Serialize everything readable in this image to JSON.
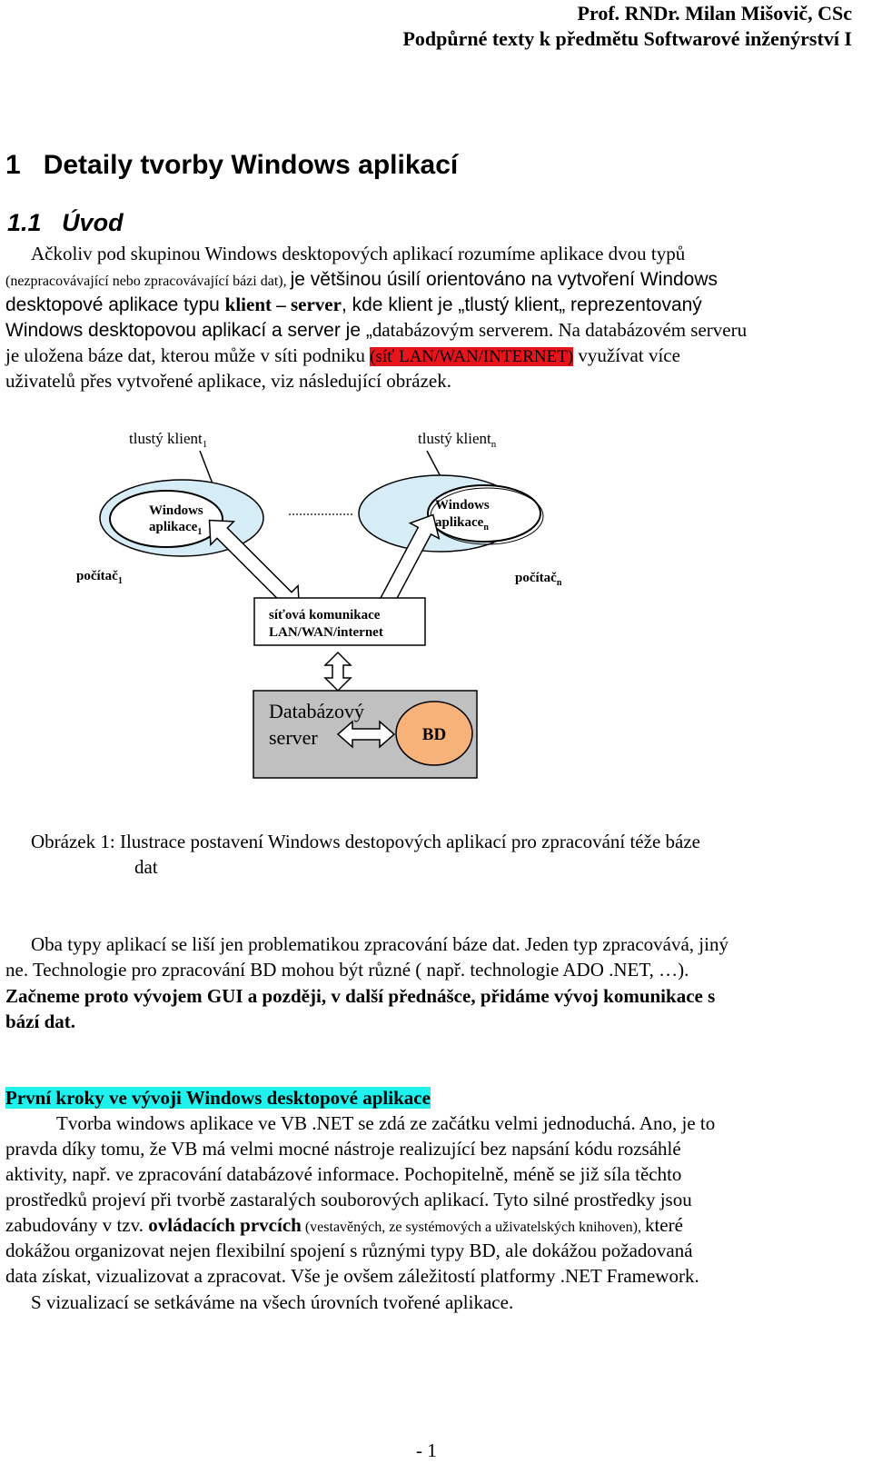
{
  "header": {
    "author": "Prof. RNDr.  Milan  Mišovič, CSc",
    "subject": "Podpůrné texty k předmětu  Softwarové inženýrství I"
  },
  "chapter": {
    "number": "1",
    "title": "Detaily tvorby Windows aplikací"
  },
  "section": {
    "number": "1.1",
    "title": "Úvod"
  },
  "intro": {
    "l1": "Ačkoliv pod skupinou Windows desktopových aplikací rozumíme aplikace dvou typů",
    "l2a": "(nezpracovávající nebo zpracovávající bázi dat), ",
    "l2b": "je většinou úsilí orientováno na vytvoření Windows",
    "l3a": "desktopové aplikace typu ",
    "l3b": "klient – server",
    "l3c": ", kde klient je „tlustý klient„ reprezentovaný",
    "l4a": "Windows desktopovou aplikací a server je „",
    "l4b": "databázovým serverem. Na databázovém serveru",
    "l5a": "je uložena báze dat, kterou může v síti podniku ",
    "l5b": "(síť LAN/WAN/INTERNET)",
    "l5c": " využívat více",
    "l6": "uživatelů přes vytvořené aplikace, viz následující obrázek."
  },
  "diagram": {
    "client1_label": "tlustý klient",
    "client1_sub": "1",
    "clientn_label": "tlustý klient",
    "clientn_sub": "n",
    "app1_l1": "Windows",
    "app1_l2": "aplikace",
    "app1_sub": "1",
    "appn_l1": "Windows",
    "appn_l2": "aplikace",
    "appn_sub": "n",
    "pc1_label": "počítač",
    "pc1_sub": "1",
    "pcn_label": "počítač",
    "pcn_sub": "n",
    "network_l1": "síťová komunikace",
    "network_l2": "LAN/WAN/internet",
    "db_l1": "Databázový",
    "db_l2": "server",
    "bd": "BD",
    "colors": {
      "server_fill": "#c0c0c0",
      "bd_fill": "#f7b27a",
      "ellipse_fill": "#d6ecf7"
    }
  },
  "caption": {
    "l1": "Obrázek 1: Ilustrace postavení Windows destopových aplikací pro zpracování téže báze",
    "l2": "dat"
  },
  "para2": {
    "l1": "Oba typy aplikací se liší jen problematikou zpracování báze dat. Jeden typ zpracovává, jiný",
    "l2": "ne. Technologie pro zpracování BD mohou být různé ( např. technologie ADO .NET, …).",
    "l3": "Začneme proto vývojem GUI a později, v další přednášce, přidáme vývoj komunikace s",
    "l4": "bází dat."
  },
  "section2": {
    "heading": "První kroky ve vývoji Windows desktopové aplikace",
    "l1": "Tvorba windows aplikace ve VB .NET se zdá ze začátku velmi jednoduchá. Ano, je to",
    "l2": "pravda díky tomu, že VB má velmi mocné nástroje realizující bez napsání kódu rozsáhlé",
    "l3": "aktivity, např. ve zpracování databázové informace. Pochopitelně, méně se již síla těchto",
    "l4": "prostředků projeví při tvorbě zastaralých souborových aplikací. Tyto silné prostředky jsou",
    "l5a": "zabudovány v tzv. ",
    "l5b": "ovládacích prvcích",
    "l5c": " (vestavěných, ze systémových a uživatelských knihoven), ",
    "l5d": "které",
    "l6": "dokážou organizovat nejen flexibilní spojení s různými typy BD, ale dokážou požadovaná",
    "l7": "data získat, vizualizovat a zpracovat. Vše je ovšem záležitostí platformy .NET Framework.",
    "l8": "S vizualizací se setkáváme na všech úrovních tvořené aplikace."
  },
  "page_number": "- 1"
}
